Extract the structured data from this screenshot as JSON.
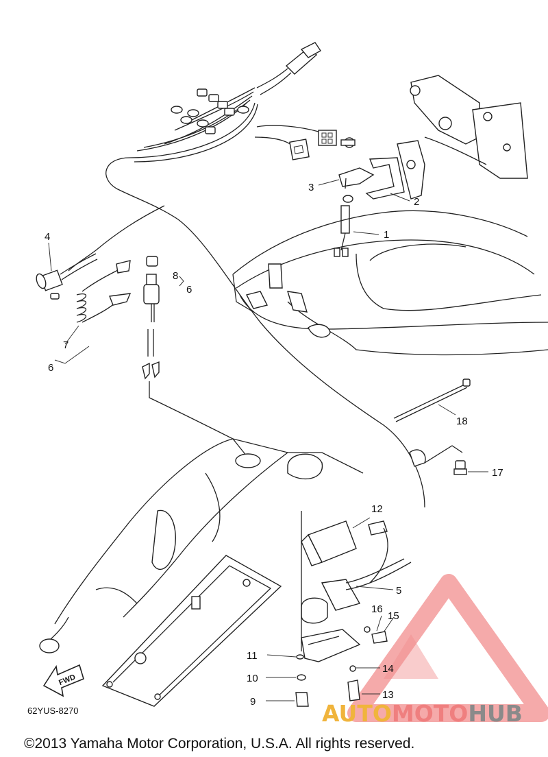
{
  "diagram": {
    "callouts": [
      {
        "id": "1",
        "label": "1"
      },
      {
        "id": "2",
        "label": "2"
      },
      {
        "id": "3",
        "label": "3"
      },
      {
        "id": "4",
        "label": "4"
      },
      {
        "id": "5",
        "label": "5"
      },
      {
        "id": "6a",
        "label": "6"
      },
      {
        "id": "6b",
        "label": "6"
      },
      {
        "id": "7",
        "label": "7"
      },
      {
        "id": "8",
        "label": "8"
      },
      {
        "id": "9",
        "label": "9"
      },
      {
        "id": "10",
        "label": "10"
      },
      {
        "id": "11",
        "label": "11"
      },
      {
        "id": "12",
        "label": "12"
      },
      {
        "id": "13",
        "label": "13"
      },
      {
        "id": "14",
        "label": "14"
      },
      {
        "id": "15",
        "label": "15"
      },
      {
        "id": "16",
        "label": "16"
      },
      {
        "id": "17",
        "label": "17"
      },
      {
        "id": "18",
        "label": "18"
      }
    ],
    "diagram_code": "62YUS-8270",
    "fwd_label": "FWD"
  },
  "watermark": {
    "part_a": "AUTO",
    "part_b": "MOTO",
    "part_c": "HUB",
    "colors": {
      "triangle": "#f08a8a",
      "auto": "#f0b43c",
      "moto": "#ef7f7f",
      "hub": "#8a8a8a"
    }
  },
  "footer": {
    "copyright": "©2013 Yamaha Motor Corporation, U.S.A. All rights reserved."
  }
}
